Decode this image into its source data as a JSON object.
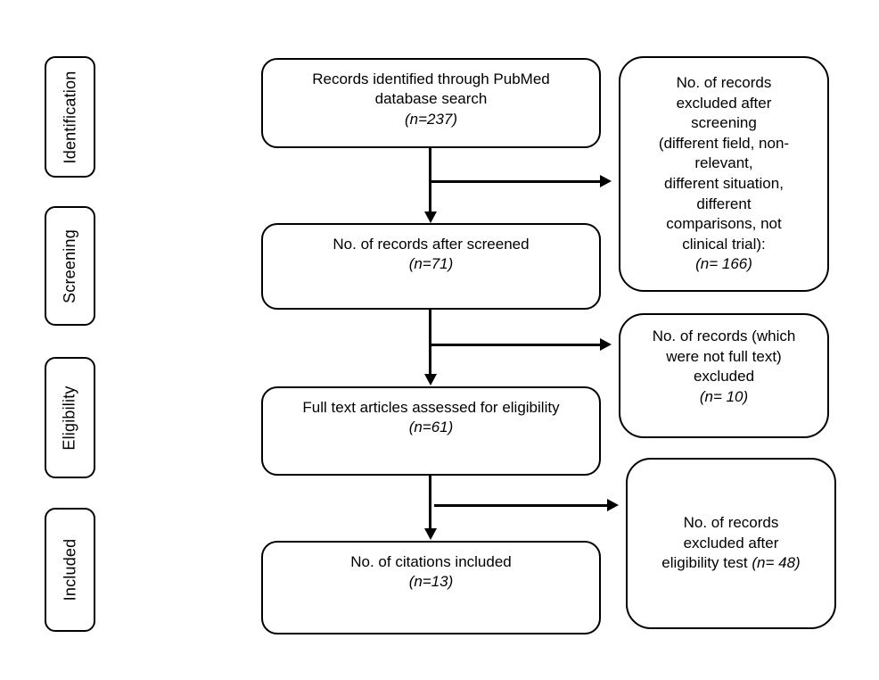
{
  "figure": {
    "type": "prisma-flow-diagram",
    "colors": {
      "line": "#000000",
      "background": "#ffffff"
    },
    "stages": [
      {
        "label": "Identification"
      },
      {
        "label": "Screening"
      },
      {
        "label": "Eligibility"
      },
      {
        "label": "Included"
      }
    ],
    "flow": [
      {
        "label": "Records identified through PubMed\ndatabase search",
        "count": "(n=237)"
      },
      {
        "label": "No. of records after screened",
        "count": "(n=71)"
      },
      {
        "label": "Full text articles assessed for eligibility",
        "count": "(n=61)"
      },
      {
        "label": "No. of citations included",
        "count": "(n=13)"
      }
    ],
    "exclusions": [
      {
        "label": "No. of records\nexcluded after\nscreening\n(different field, non-\nrelevant,\ndifferent situation,\ndifferent\ncomparisons, not\nclinical trial):",
        "count": "(n= 166)"
      },
      {
        "label": "No. of records (which\nwere not full text)\nexcluded",
        "count": "(n= 10)"
      },
      {
        "label": "No. of records\nexcluded after\neligibility test",
        "count": "(n= 48)"
      }
    ]
  }
}
